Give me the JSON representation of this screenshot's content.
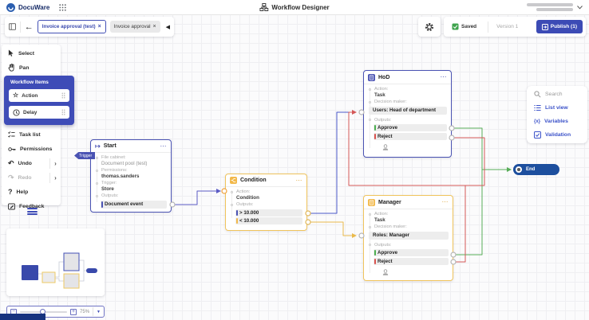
{
  "header": {
    "logo_text": "DocuWare",
    "app_title": "Workflow Designer"
  },
  "tab_bar": {
    "back_glyph": "←",
    "collapse_glyph": "◀",
    "tabs": [
      {
        "label": "Invoice approval (test)",
        "close": "×"
      },
      {
        "label": "Invoice approval",
        "close": "×"
      }
    ]
  },
  "top_actions": {
    "saved_label": "Saved",
    "version_label": "Version 1",
    "publish_label": "Publish (1)"
  },
  "sidebar": {
    "select": "Select",
    "pan": "Pan",
    "task_list": "Task list",
    "permissions": "Permissions",
    "undo": "Undo",
    "redo": "Redo",
    "help": "Help",
    "feedback": "Feedback",
    "chevron": "›",
    "workflow_items": {
      "title": "Workflow Items",
      "action": "Action",
      "delay": "Delay"
    }
  },
  "canvas": {
    "menu_glyph": "⋯",
    "trigger_tag": "Trigger",
    "start": {
      "title": "Start",
      "fields": [
        {
          "label": "File cabinet:",
          "value": "Document pool (test)"
        },
        {
          "label": "Permissions:",
          "value": "thomas.sanders"
        },
        {
          "label": "Trigger:",
          "value": "Store"
        }
      ],
      "outputs_label": "Outputs:",
      "output": "Document event"
    },
    "condition": {
      "title": "Condition",
      "action_label": "Action:",
      "action_value": "Condition",
      "outputs_label": "Outputs:",
      "outputs": [
        {
          "label": "> 10.000"
        },
        {
          "label": "< 10.000"
        }
      ]
    },
    "hod": {
      "title": "HoD",
      "action_label": "Action:",
      "action_value": "Task",
      "decision_label": "Decision maker:",
      "assignee": "Users: Head of department",
      "outputs_label": "Outputs:",
      "outputs": [
        {
          "label": "Approve"
        },
        {
          "label": "Reject"
        }
      ]
    },
    "manager": {
      "title": "Manager",
      "action_label": "Action:",
      "action_value": "Task",
      "decision_label": "Decision maker:",
      "assignee": "Roles: Manager",
      "outputs_label": "Outputs:",
      "outputs": [
        {
          "label": "Approve"
        },
        {
          "label": "Reject"
        }
      ]
    },
    "end": {
      "title": "End"
    },
    "connections": [
      {
        "from": "Start / Document event",
        "to": "Condition"
      },
      {
        "from": "Condition / > 10.000",
        "to": "HoD"
      },
      {
        "from": "Condition / < 10.000",
        "to": "Manager"
      },
      {
        "from": "HoD / Approve",
        "to": "End"
      },
      {
        "from": "HoD / Reject",
        "to": "HoD"
      },
      {
        "from": "Manager / Approve",
        "to": "End"
      },
      {
        "from": "Manager / Reject",
        "to": "HoD"
      }
    ]
  },
  "right_panel": {
    "variables_icon": "{x}",
    "items": [
      {
        "label": "Search"
      },
      {
        "label": "List view"
      },
      {
        "label": "Variables"
      },
      {
        "label": "Validation"
      }
    ]
  },
  "zoom_bar": {
    "minus": "−",
    "plus": "+",
    "zoom_level": "75%",
    "dropdown_glyph": "▼"
  },
  "colors": {
    "accent_indigo": "#3e4cb7",
    "node_indigo": "#4a53b3",
    "node_amber": "#f0b84a",
    "approve_green": "#4caf50",
    "reject_red": "#d9534f",
    "end_blue": "#1d4f9e"
  }
}
